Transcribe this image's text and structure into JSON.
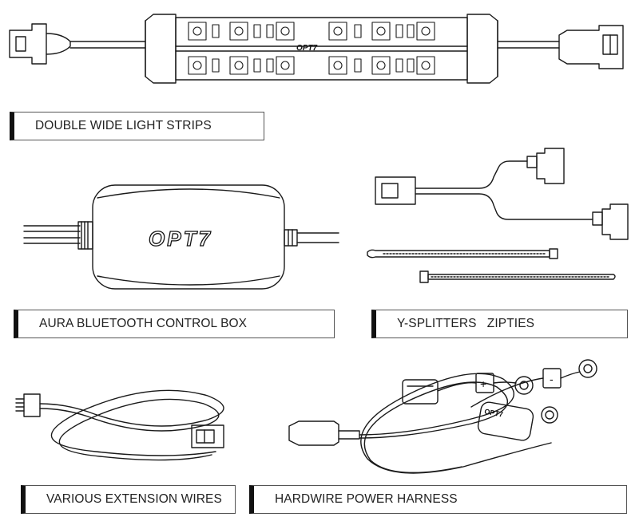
{
  "sections": {
    "light_strips": {
      "label": "DOUBLE WIDE LIGHT STRIPS",
      "logo": "OPT7"
    },
    "control_box": {
      "label": "AURA BLUETOOTH CONTROL BOX",
      "logo": "OPT7"
    },
    "splitters": {
      "label": "Y-SPLITTERS   ZIPTIES"
    },
    "extension": {
      "label": "VARIOUS EXTENSION WIRES"
    },
    "harness": {
      "label": "HARDWIRE POWER HARNESS",
      "logo": "OPT7",
      "plus": "+",
      "minus": "-"
    }
  }
}
